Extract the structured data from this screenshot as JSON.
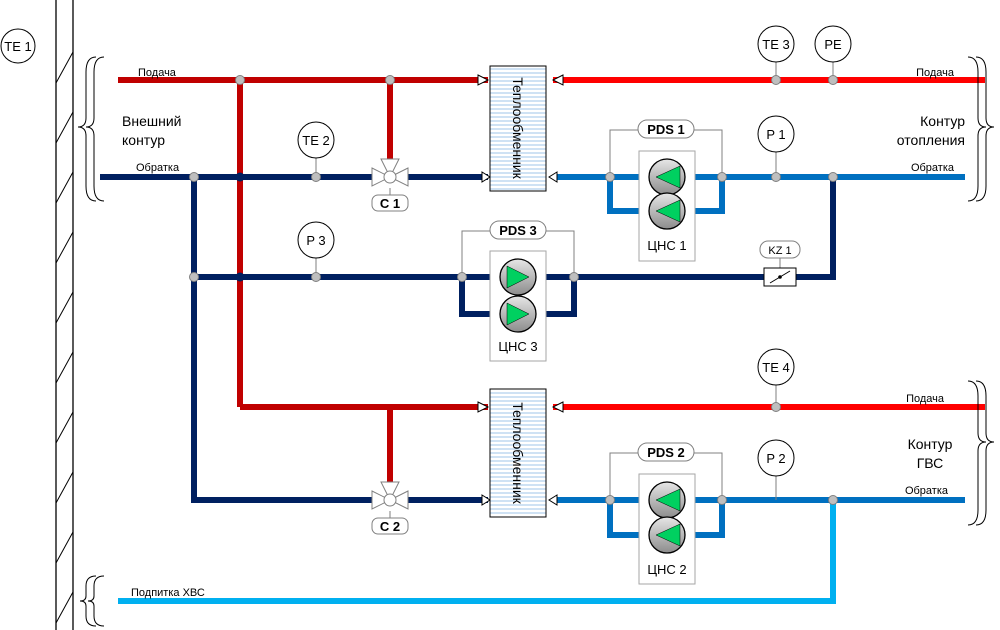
{
  "instruments": {
    "te1": "TE 1",
    "te2": "TE 2",
    "te3": "TE 3",
    "te4": "TE 4",
    "pe": "PE",
    "p1": "P 1",
    "p2": "P 2",
    "p3": "P 3",
    "kz1": "KZ 1"
  },
  "valves": {
    "c1": "C 1",
    "c2": "C 2"
  },
  "pds": {
    "pds1": "PDS 1",
    "pds2": "PDS 2",
    "pds3": "PDS 3"
  },
  "pump_groups": {
    "cns1": "ЦНС 1",
    "cns2": "ЦНС 2",
    "cns3": "ЦНС 3"
  },
  "heat_exchanger_label": "Теплообменник",
  "pipe_labels": {
    "ext_supply": "Подача",
    "ext_return": "Обратка",
    "heat_supply": "Подача",
    "heat_return": "Обратка",
    "dhw_supply": "Подача",
    "dhw_return": "Обратка",
    "makeup": "Подпитка ХВС"
  },
  "circuits": {
    "external": [
      "Внешний",
      "контур"
    ],
    "heating": [
      "Контур",
      "отопления"
    ],
    "dhw": [
      "Контур",
      "ГВС"
    ]
  },
  "colors": {
    "supply_dark_red": "#c00000",
    "supply_red": "#ff0000",
    "return_navy": "#002060",
    "return_blue": "#0070c0",
    "makeup_light_blue": "#00b0f0",
    "pump_green": "#00d060",
    "junction_grey": "#bfbfbf"
  }
}
